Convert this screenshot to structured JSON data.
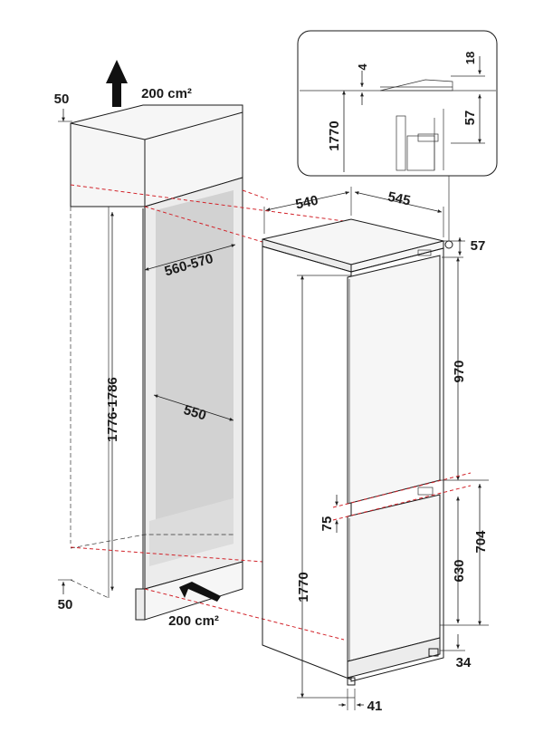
{
  "labels": {
    "vent_top_area": "200 cm²",
    "vent_bottom_area": "200 cm²",
    "top_clearance": "50",
    "bottom_clearance": "50",
    "niche_height": "1776-1786",
    "niche_width": "560-570",
    "niche_depth": "550",
    "appliance_depth": "540",
    "appliance_width": "545",
    "top_gap": "57",
    "upper_door_height": "970",
    "door_gap": "75",
    "appliance_height": "1770",
    "lower_section_height": "704",
    "lower_door_height": "630",
    "base_offset": "34",
    "foot_offset": "41",
    "detail_height": "1770",
    "detail_top": "4",
    "detail_right_top": "18",
    "detail_right_bottom": "57"
  },
  "colors": {
    "line": "#1a1a1a",
    "dashed_guides": "#d2232a",
    "cavity": "#d2d2d2"
  },
  "icons": {
    "vent_arrow_up": "arrow-up-icon",
    "vent_arrow_in": "arrow-diagonal-icon"
  }
}
